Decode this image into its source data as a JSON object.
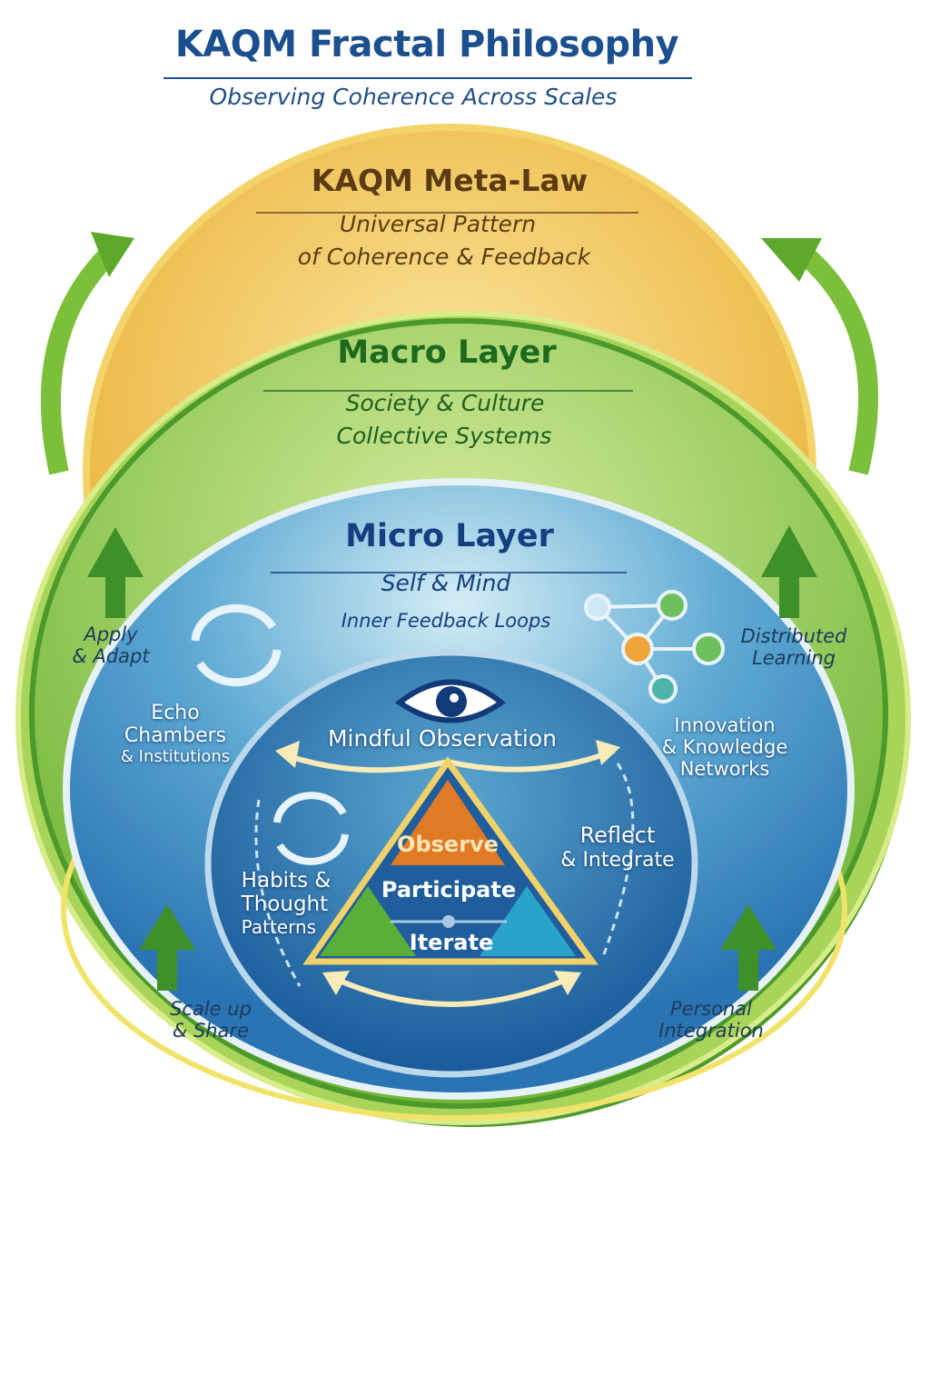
{
  "header": {
    "title": "KAQM Fractal Philosophy",
    "subtitle": "Observing Coherence Across Scales"
  },
  "meta_layer": {
    "title": "KAQM Meta-Law",
    "line1": "Universal Pattern",
    "line2": "of Coherence & Feedback"
  },
  "macro_layer": {
    "title": "Macro Layer",
    "line1": "Society & Culture",
    "line2": "Collective Systems"
  },
  "micro_layer": {
    "title": "Micro Layer",
    "line1": "Self & Mind",
    "line2": "Inner Feedback Loops"
  },
  "side_labels": {
    "apply": [
      "Apply",
      "& Adapt"
    ],
    "distributed": [
      "Distributed",
      "Learning"
    ],
    "echo": [
      "Echo",
      "Chambers",
      "& Institutions"
    ],
    "innovation": [
      "Innovation",
      "& Knowledge",
      "Networks"
    ],
    "scale": [
      "Scale up",
      "& Share"
    ],
    "personal": [
      "Personal",
      "Integration"
    ]
  },
  "core": {
    "mindful": "Mindful Observation",
    "habits": [
      "Habits &",
      "Thought",
      "Patterns"
    ],
    "reflect": [
      "Reflect",
      "& Integrate"
    ],
    "triangle": {
      "top": "Observe",
      "middle": "Participate",
      "bottom": "Iterate"
    }
  },
  "colors": {
    "title": "#1b4f8e",
    "meta": "#f0b93a",
    "macro": "#7cbf3a",
    "micro": "#2f7fc1",
    "core": "#1f5d9c",
    "observe": "#e07a25"
  }
}
